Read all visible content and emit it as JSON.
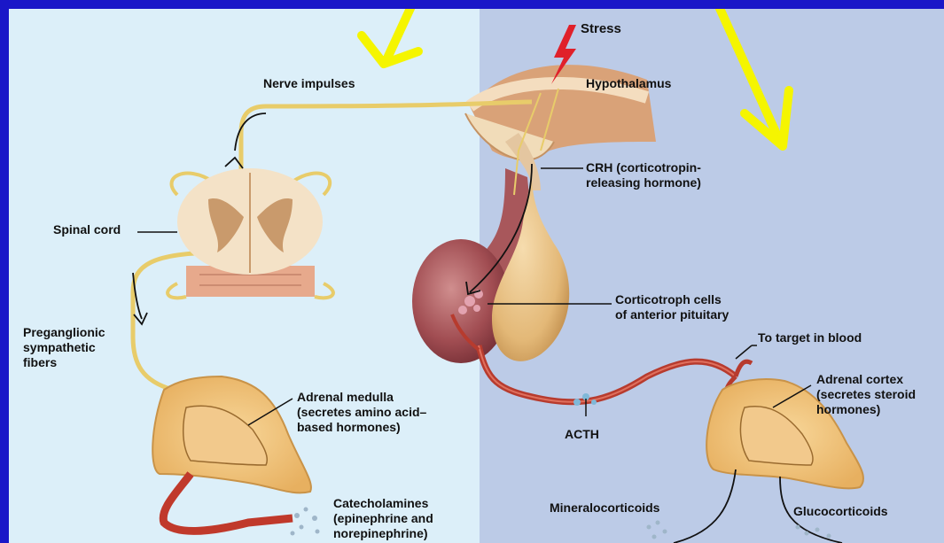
{
  "labels": {
    "stress": "Stress",
    "hypothalamus": "Hypothalamus",
    "nerve_impulses": "Nerve impulses",
    "crh": "CRH (corticotropin-\nreleasing hormone)",
    "spinal_cord": "Spinal cord",
    "corticotroph": "Corticotroph cells\nof anterior pituitary",
    "preganglionic": "Preganglionic\nsympathetic\nfibers",
    "to_target": "To target in blood",
    "adrenal_medulla": "Adrenal medulla\n(secretes amino acid–\nbased hormones)",
    "adrenal_cortex": "Adrenal cortex\n(secretes steroid\nhormones)",
    "acth": "ACTH",
    "catecholamines": "Catecholamines\n(epinephrine and\nnorepinephrine)",
    "mineralocorticoids": "Mineralocorticoids",
    "glucocorticoids": "Glucocorticoids"
  },
  "colors": {
    "left_panel_bg": "#dceff9",
    "right_panel_bg": "#bccbe7",
    "border_blue": "#1a17c8",
    "arrow_yellow": "#f5f500",
    "nerve_yellow": "#e8cc6a",
    "blood_red": "#c0392b"
  }
}
